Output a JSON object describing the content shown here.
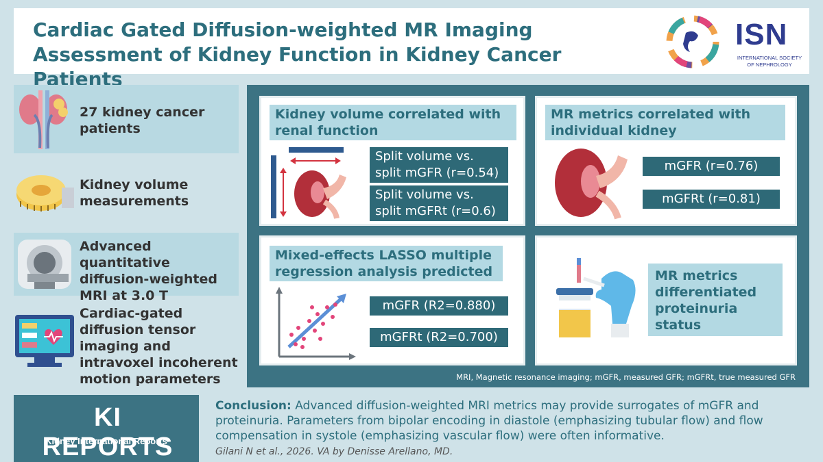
{
  "header": {
    "title": "Cardiac Gated Diffusion-weighted MR Imaging Assessment of Kidney Function in Kidney Cancer Patients",
    "logo_text": "ISN",
    "logo_sub": "INTERNATIONAL SOCIETY OF NEPHROLOGY"
  },
  "left": {
    "items": [
      {
        "text": "27 kidney cancer patients",
        "icon": "kidney-icon"
      },
      {
        "text": "Kidney volume measurements",
        "icon": "tape-measure-icon"
      },
      {
        "text": "Advanced quantitative diffusion-weighted MRI at 3.0 T",
        "icon": "mri-scanner-icon"
      },
      {
        "text": "Cardiac-gated diffusion tensor imaging and intravoxel incoherent motion parameters",
        "icon": "heart-monitor-icon"
      }
    ]
  },
  "cards": {
    "volume": {
      "title": "Kidney volume correlated with renal function",
      "stats": [
        "Split volume vs. split mGFR (r=0.54)",
        "Split volume vs. split mGFRt (r=0.6)"
      ]
    },
    "metrics": {
      "title": "MR metrics correlated with individual kidney",
      "stats": [
        "mGFR (r=0.76)",
        "mGFRt (r=0.81)"
      ]
    },
    "lasso": {
      "title": "Mixed-effects LASSO multiple regression analysis predicted",
      "stats": [
        "mGFR (R2=0.880)",
        "mGFRt (R2=0.700)"
      ]
    },
    "proteinuria": {
      "text": "MR metrics differentiated proteinuria status"
    }
  },
  "footnote": "MRI, Magnetic resonance imaging; mGFR, measured GFR; mGFRt, true measured GFR",
  "bottom": {
    "logo_main": "KI REPORTS",
    "logo_sub": "Kidney International Reports",
    "conclusion_label": "Conclusion:",
    "conclusion_text": " Advanced diffusion-weighted MRI metrics may provide surrogates of mGFR and proteinuria. Parameters from bipolar encoding in diastole (emphasizing tubular flow) and flow compensation in systole (emphasizing vascular flow) were often informative.",
    "citation": "Gilani N et al., 2026. VA by Denisse Arellano, MD."
  },
  "colors": {
    "teal_dark": "#3c7383",
    "teal_text": "#2d6e7d",
    "light_blue": "#b3d9e3",
    "kidney_red": "#b22f3a",
    "bg": "#cfe2e8"
  }
}
